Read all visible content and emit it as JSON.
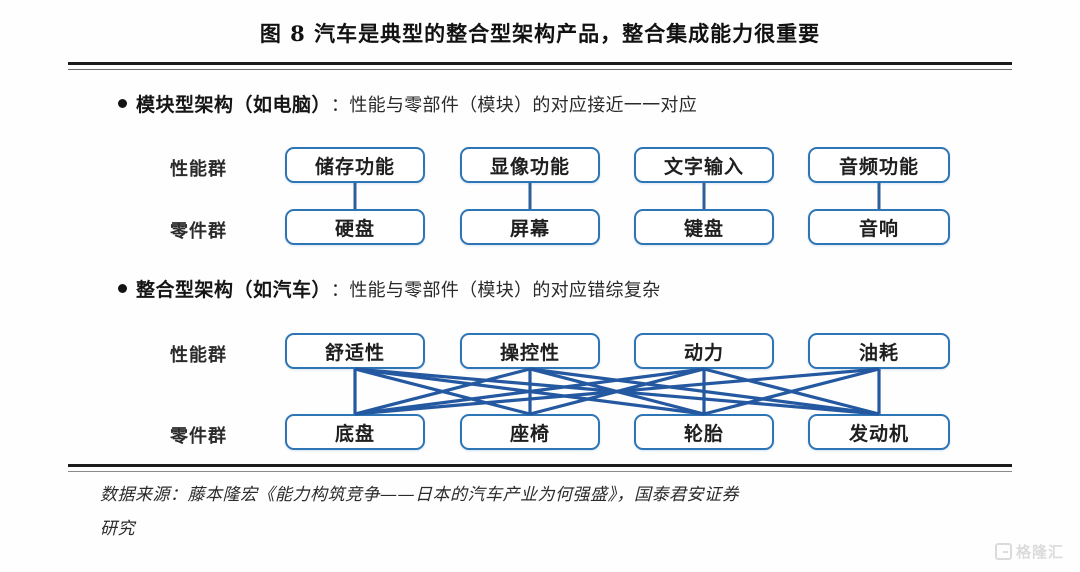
{
  "figure": {
    "title": "图 8 汽车是典型的整合型架构产品，整合集成能力很重要",
    "accent_color": "#2E75B6",
    "rule_color": "#1B1B1B"
  },
  "sections": [
    {
      "id": "modular",
      "bullet_strong": "模块型架构（如电脑）",
      "bullet_rest": "：性能与零部件（模块）的对应接近一一对应",
      "performance_label": "性能群",
      "component_label": "零件群",
      "performance_nodes": [
        "储存功能",
        "显像功能",
        "文字输入",
        "音频功能"
      ],
      "component_nodes": [
        "硬盘",
        "屏幕",
        "键盘",
        "音响"
      ],
      "mapping": "one-to-one"
    },
    {
      "id": "integral",
      "bullet_strong": "整合型架构（如汽车）",
      "bullet_rest": "：性能与零部件（模块）的对应错综复杂",
      "performance_label": "性能群",
      "component_label": "零件群",
      "performance_nodes": [
        "舒适性",
        "操控性",
        "动力",
        "油耗"
      ],
      "component_nodes": [
        "底盘",
        "座椅",
        "轮胎",
        "发动机"
      ],
      "mapping": "many-to-many"
    }
  ],
  "source": {
    "line1": "数据来源：藤本隆宏《能力构筑竞争——日本的汽车产业为何强盛》，国泰君安证券",
    "line2": "研究"
  },
  "watermark": {
    "text": "格隆汇",
    "logo": "gelonghui-logo"
  }
}
